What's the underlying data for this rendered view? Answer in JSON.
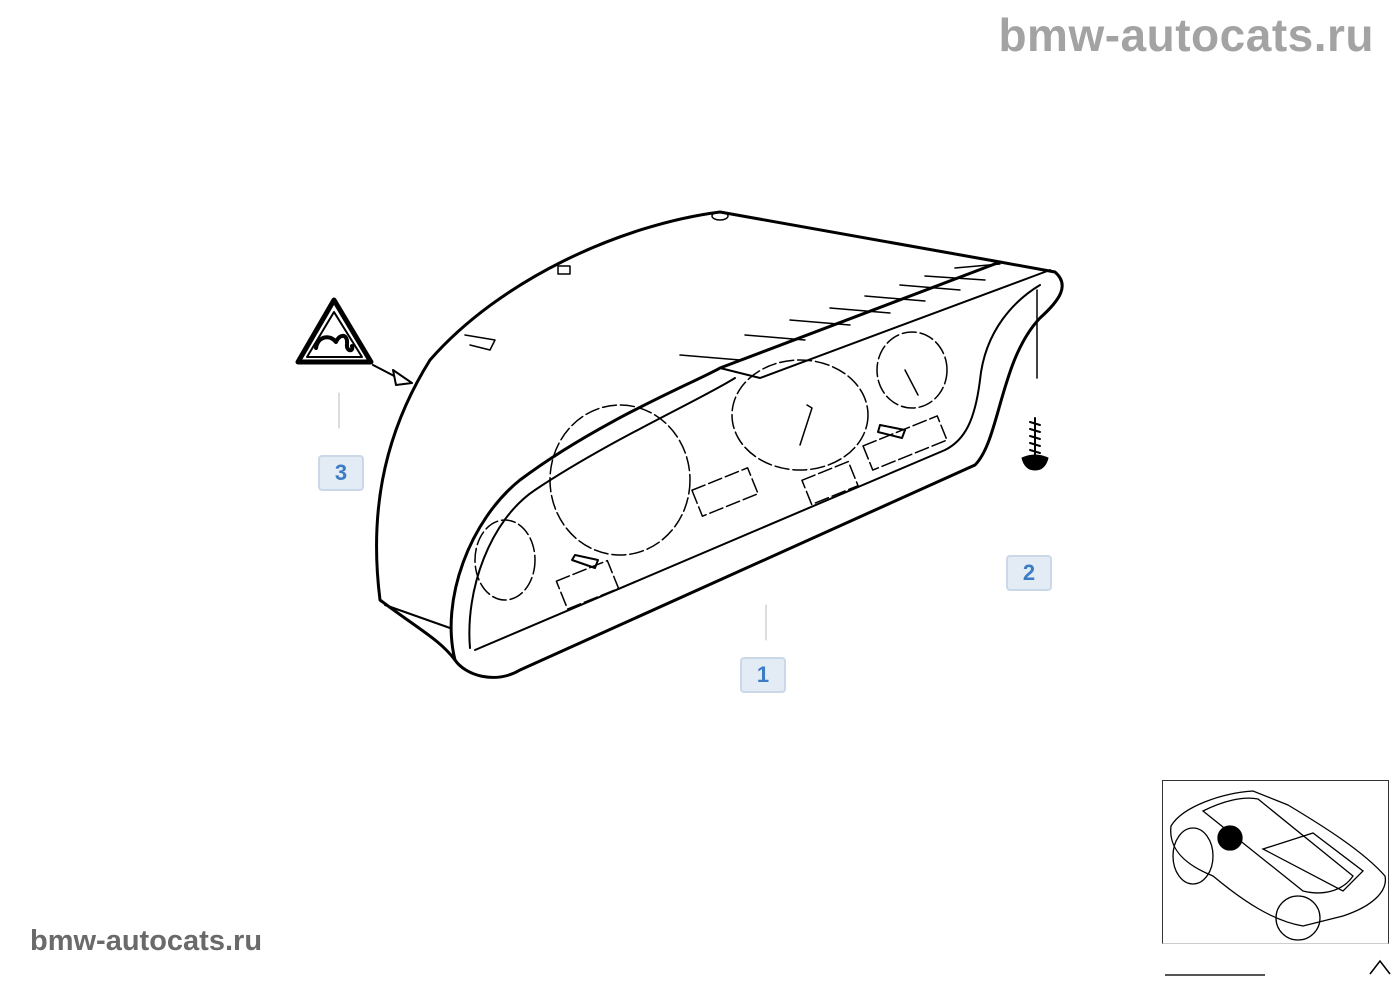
{
  "watermark_top": "bmw-autocats.ru",
  "watermark_bottom": "bmw-autocats.ru",
  "callouts": [
    {
      "label": "1",
      "part": "instrument-cluster"
    },
    {
      "label": "2",
      "part": "screw"
    },
    {
      "label": "3",
      "part": "warning-label"
    }
  ],
  "icons": {
    "warning": "warning-triangle-icon",
    "thumbnail": "car-location-thumbnail",
    "nav": "navigate-up-icon"
  },
  "colors": {
    "callout_text": "#3b7cc4",
    "callout_bg": "#e3ebf5",
    "watermark": "#a3a3a3"
  }
}
